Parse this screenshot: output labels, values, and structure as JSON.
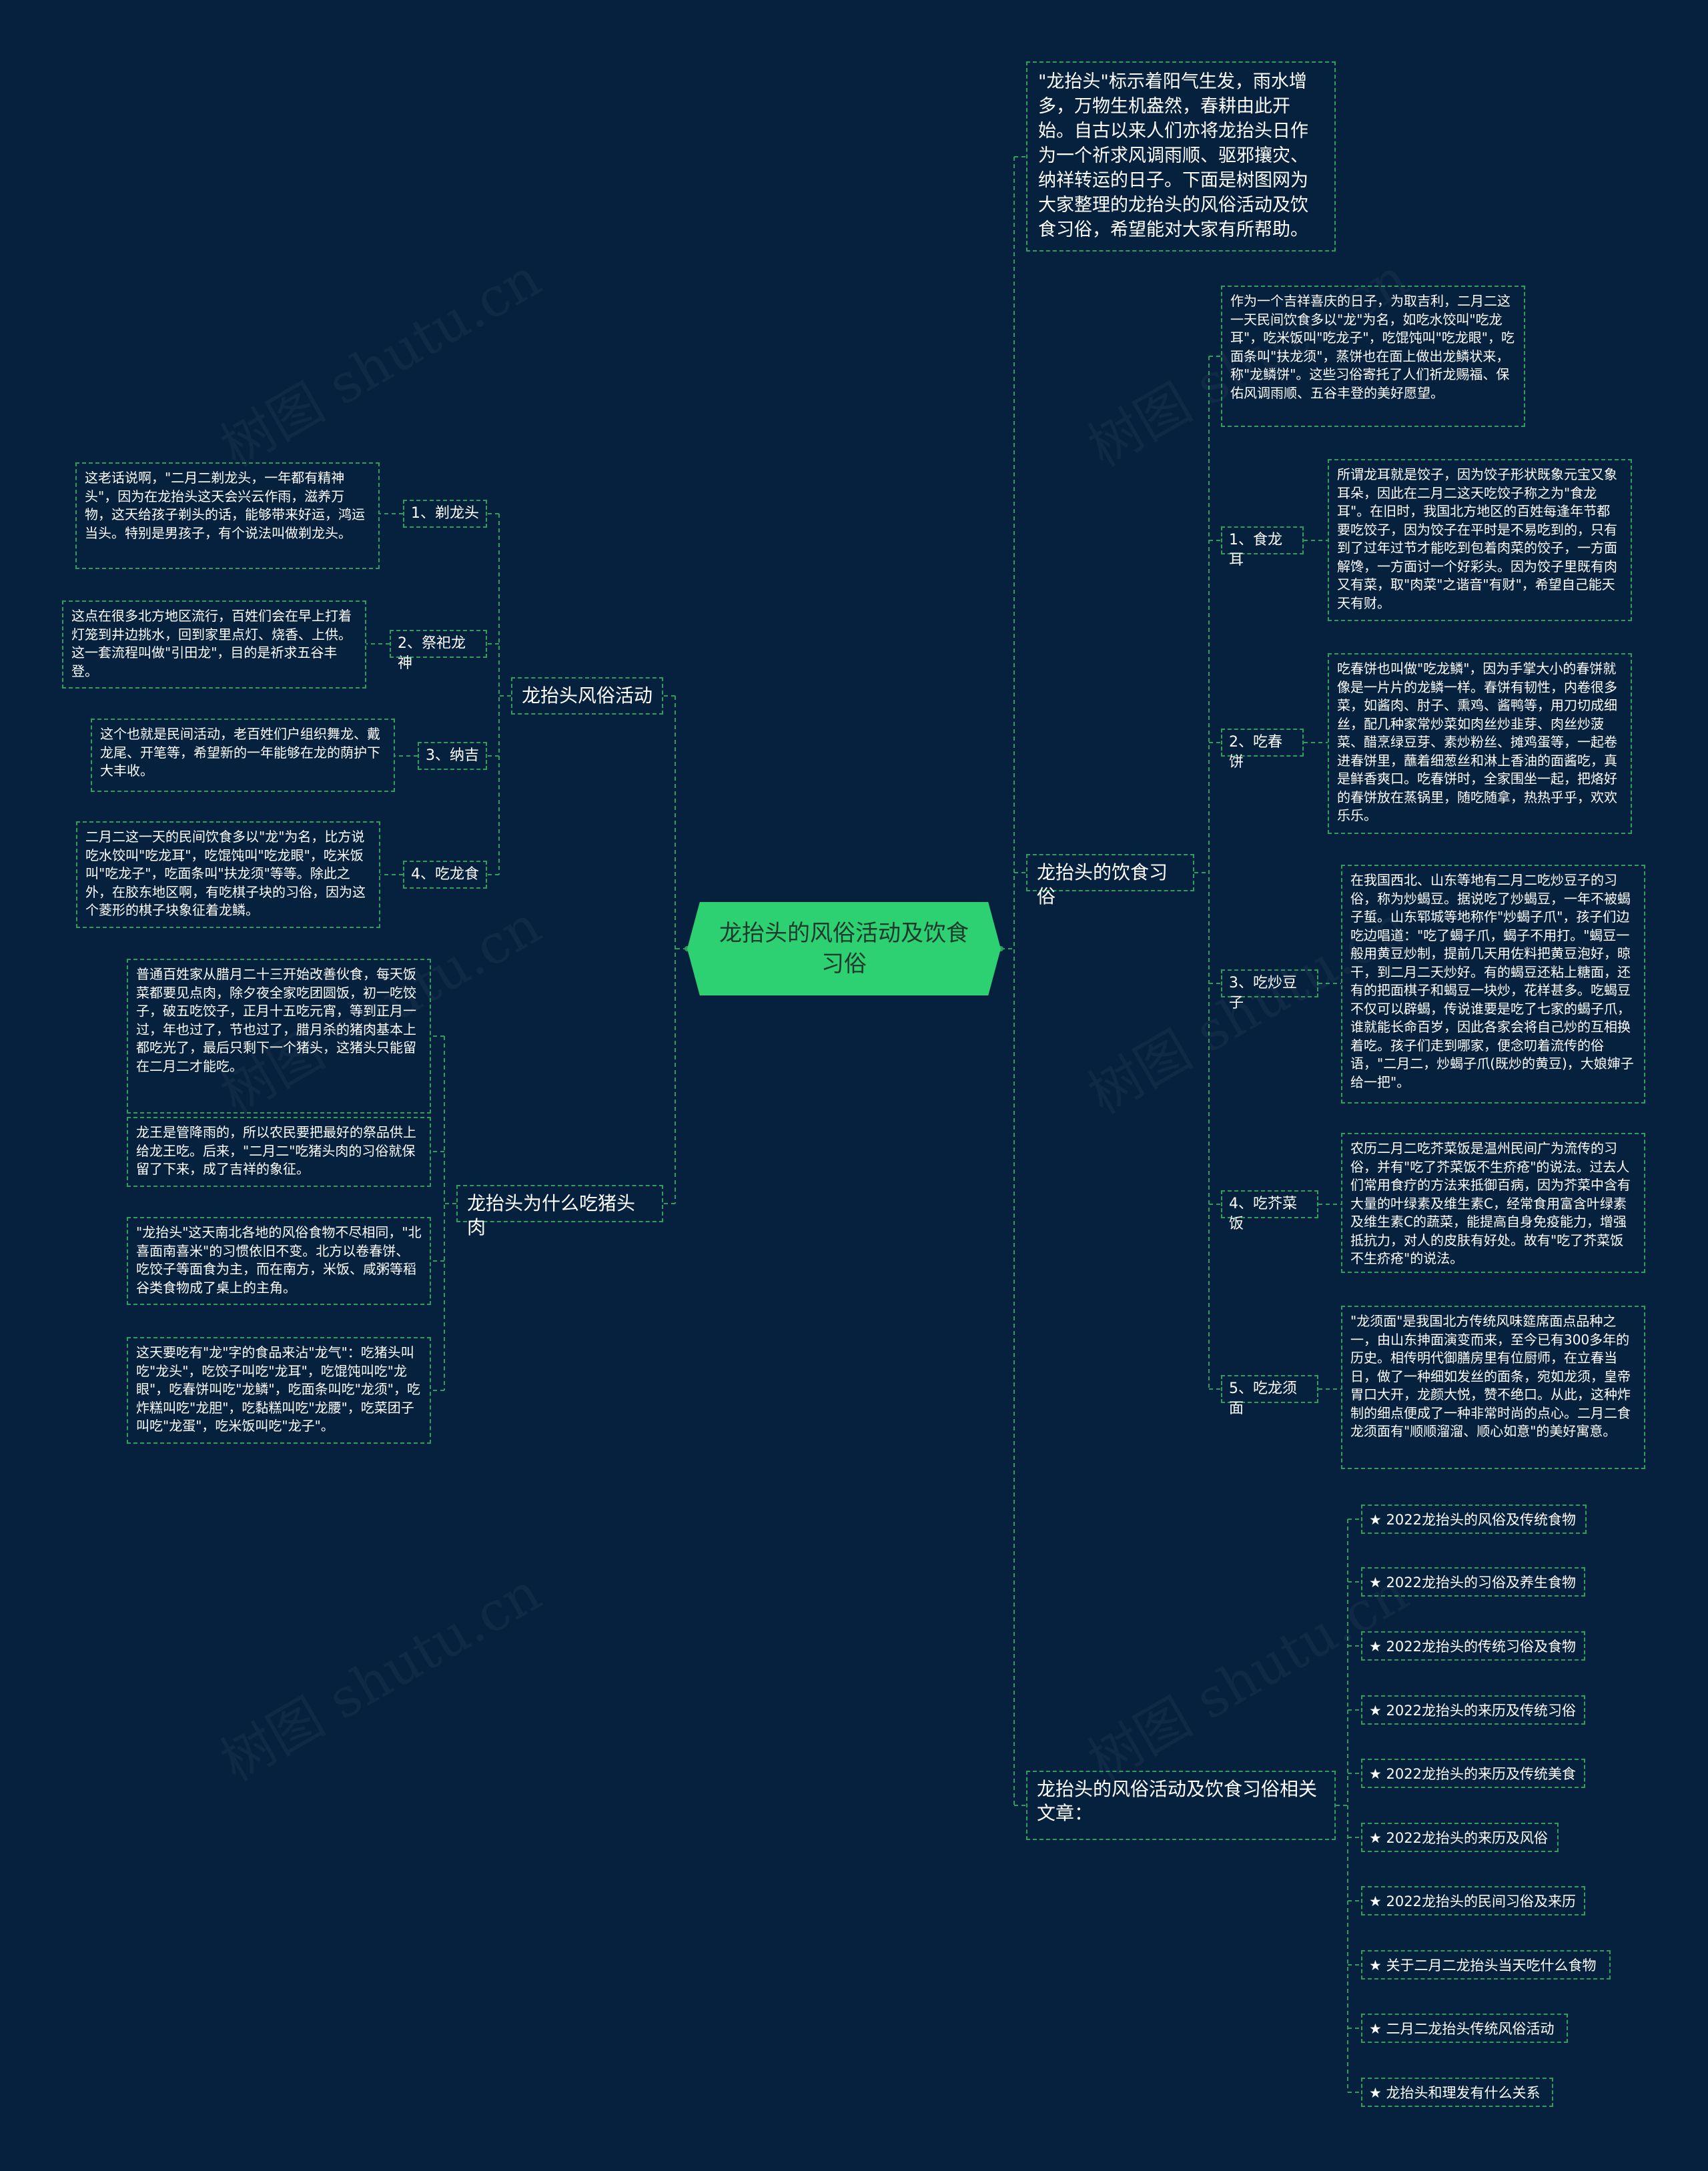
{
  "root": "龙抬头的风俗活动及饮食习俗",
  "intro": "\"龙抬头\"标示着阳气生发，雨水增多，万物生机盎然，春耕由此开始。自古以来人们亦将龙抬头日作为一个祈求风调雨顺、驱邪攘灾、纳祥转运的日子。下面是树图网为大家整理的龙抬头的风俗活动及饮食习俗，希望能对大家有所帮助。",
  "activities": {
    "title": "龙抬头风俗活动",
    "items": [
      {
        "label": "1、剃龙头",
        "text": "这老话说啊，\"二月二剃龙头，一年都有精神头\"，因为在龙抬头这天会兴云作雨，滋养万物，这天给孩子剃头的话，能够带来好运，鸿运当头。特别是男孩子，有个说法叫做剃龙头。"
      },
      {
        "label": "2、祭祀龙神",
        "text": "这点在很多北方地区流行，百姓们会在早上打着灯笼到井边挑水，回到家里点灯、烧香、上供。这一套流程叫做\"引田龙\"，目的是祈求五谷丰登。"
      },
      {
        "label": "3、纳吉",
        "text": "这个也就是民间活动，老百姓们户组织舞龙、戴龙尾、开笔等，希望新的一年能够在龙的荫护下大丰收。"
      },
      {
        "label": "4、吃龙食",
        "text": "二月二这一天的民间饮食多以\"龙\"为名，比方说吃水饺叫\"吃龙耳\"，吃馄饨叫\"吃龙眼\"，吃米饭叫\"吃龙子\"，吃面条叫\"扶龙须\"等等。除此之外，在胶东地区啊，有吃棋子块的习俗，因为这个菱形的棋子块象征着龙鳞。"
      }
    ]
  },
  "pig": {
    "title": "龙抬头为什么吃猪头肉",
    "items": [
      "普通百姓家从腊月二十三开始改善伙食，每天饭菜都要见点肉，除夕夜全家吃团圆饭，初一吃饺子，破五吃饺子，正月十五吃元宵，等到正月一过，年也过了，节也过了，腊月杀的猪肉基本上都吃光了，最后只剩下一个猪头，这猪头只能留在二月二才能吃。",
      "龙王是管降雨的，所以农民要把最好的祭品供上给龙王吃。后来，\"二月二\"吃猪头肉的习俗就保留了下来，成了吉祥的象征。",
      "\"龙抬头\"这天南北各地的风俗食物不尽相同，\"北喜面南喜米\"的习惯依旧不变。北方以卷春饼、吃饺子等面食为主，而在南方，米饭、咸粥等稻谷类食物成了桌上的主角。",
      "这天要吃有\"龙\"字的食品来沾\"龙气\"：吃猪头叫吃\"龙头\"，吃饺子叫吃\"龙耳\"，吃馄饨叫吃\"龙眼\"，吃春饼叫吃\"龙鳞\"，吃面条叫吃\"龙须\"，吃炸糕叫吃\"龙胆\"，吃黏糕叫吃\"龙腰\"，吃菜团子叫吃\"龙蛋\"，吃米饭叫吃\"龙子\"。"
    ]
  },
  "diet": {
    "title": "龙抬头的饮食习俗",
    "top": "作为一个吉祥喜庆的日子，为取吉利，二月二这一天民间饮食多以\"龙\"为名，如吃水饺叫\"吃龙耳\"，吃米饭叫\"吃龙子\"，吃馄饨叫\"吃龙眼\"，吃面条叫\"扶龙须\"，蒸饼也在面上做出龙鳞状来，称\"龙鳞饼\"。这些习俗寄托了人们祈龙赐福、保佑风调雨顺、五谷丰登的美好愿望。",
    "items": [
      {
        "label": "1、食龙耳",
        "text": "所谓龙耳就是饺子，因为饺子形状既象元宝又象耳朵，因此在二月二这天吃饺子称之为\"食龙耳\"。在旧时，我国北方地区的百姓每逢年节都要吃饺子，因为饺子在平时是不易吃到的，只有到了过年过节才能吃到包着肉菜的饺子，一方面解馋，一方面讨一个好彩头。因为饺子里既有肉又有菜，取\"肉菜\"之谐音\"有财\"，希望自己能天天有财。"
      },
      {
        "label": "2、吃春饼",
        "text": "吃春饼也叫做\"吃龙鳞\"，因为手掌大小的春饼就像是一片片的龙鳞一样。春饼有韧性，内卷很多菜，如酱肉、肘子、熏鸡、酱鸭等，用刀切成细丝，配几种家常炒菜如肉丝炒韭芽、肉丝炒菠菜、醋烹绿豆芽、素炒粉丝、摊鸡蛋等，一起卷进春饼里，蘸着细葱丝和淋上香油的面酱吃，真是鲜香爽口。吃春饼时，全家围坐一起，把烙好的春饼放在蒸锅里，随吃随拿，热热乎乎，欢欢乐乐。"
      },
      {
        "label": "3、吃炒豆子",
        "text": "在我国西北、山东等地有二月二吃炒豆子的习俗，称为炒蝎豆。据说吃了炒蝎豆，一年不被蝎子蜇。山东郓城等地称作\"炒蝎子爪\"，孩子们边吃边唱道：\"吃了蝎子爪，蝎子不用打。\"蝎豆一般用黄豆炒制，提前几天用佐料把黄豆泡好，晾干，到二月二天炒好。有的蝎豆还粘上糖面，还有的把面棋子和蝎豆一块炒，花样甚多。吃蝎豆不仅可以辟蝎，传说谁要是吃了七家的蝎子爪，谁就能长命百岁，因此各家会将自己炒的互相换着吃。孩子们走到哪家，便念叨着流传的俗语，\"二月二，炒蝎子爪(既炒的黄豆)，大娘婶子给一把\"。"
      },
      {
        "label": "4、吃芥菜饭",
        "text": "农历二月二吃芥菜饭是温州民间广为流传的习俗，并有\"吃了芥菜饭不生疥疮\"的说法。过去人们常用食疗的方法来抵御百病，因为芥菜中含有大量的叶绿素及维生素C，经常食用富含叶绿素及维生素C的蔬菜，能提高自身免疫能力，增强抵抗力，对人的皮肤有好处。故有\"吃了芥菜饭不生疥疮\"的说法。"
      },
      {
        "label": "5、吃龙须面",
        "text": "\"龙须面\"是我国北方传统风味筵席面点品种之一，由山东抻面演变而来，至今已有300多年的历史。相传明代御膳房里有位厨师，在立春当日，做了一种细如发丝的面条，宛如龙须，皇帝胃口大开，龙颜大悦，赞不绝口。从此，这种炸制的细点便成了一种非常时尚的点心。二月二食龙须面有\"顺顺溜溜、顺心如意\"的美好寓意。"
      }
    ]
  },
  "related": {
    "title": "龙抬头的风俗活动及饮食习俗相关文章：",
    "items": [
      "★ 2022龙抬头的风俗及传统食物",
      "★ 2022龙抬头的习俗及养生食物",
      "★ 2022龙抬头的传统习俗及食物",
      "★ 2022龙抬头的来历及传统习俗",
      "★ 2022龙抬头的来历及传统美食",
      "★ 2022龙抬头的来历及风俗",
      "★ 2022龙抬头的民间习俗及来历",
      "★ 关于二月二龙抬头当天吃什么食物",
      "★ 二月二龙抬头传统风俗活动",
      "★ 龙抬头和理发有什么关系"
    ]
  },
  "watermark": "树图 shutu.cn",
  "colors": {
    "background": "#06213d",
    "root": "#2ed171",
    "border": "#2e9e5e",
    "text": "#ffffff"
  }
}
